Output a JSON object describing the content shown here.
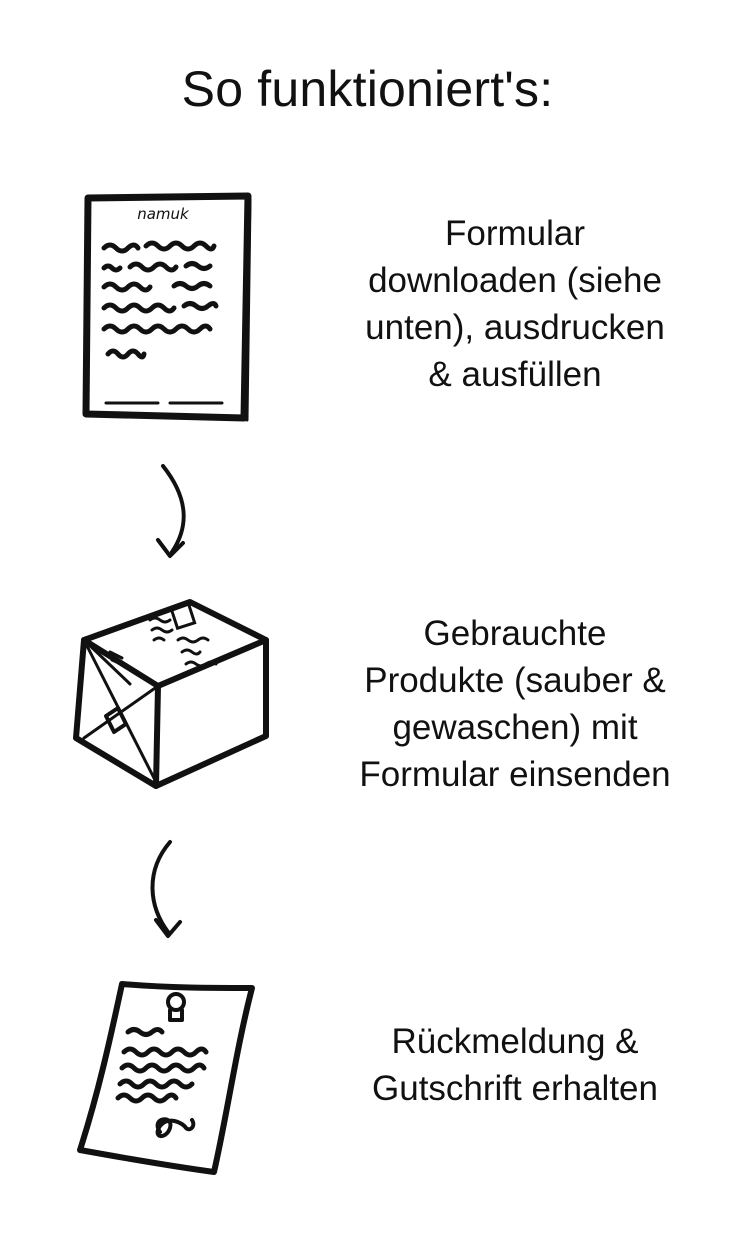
{
  "title": "So funktioniert's:",
  "steps": [
    {
      "lines": [
        "Formular",
        "downloaden (siehe",
        "unten), ausdrucken",
        "& ausfüllen"
      ],
      "icon": "form-document-icon",
      "form_header": "namuk"
    },
    {
      "lines": [
        "Gebrauchte",
        "Produkte (sauber &",
        "gewaschen) mit",
        "Formular einsenden"
      ],
      "icon": "package-box-icon"
    },
    {
      "lines": [
        "Rückmeldung &",
        "Gutschrift erhalten"
      ],
      "icon": "credit-note-letter-icon"
    }
  ],
  "arrows": [
    "arrow-down-icon",
    "arrow-down-icon"
  ],
  "colors": {
    "ink": "#111111",
    "background": "#ffffff"
  }
}
